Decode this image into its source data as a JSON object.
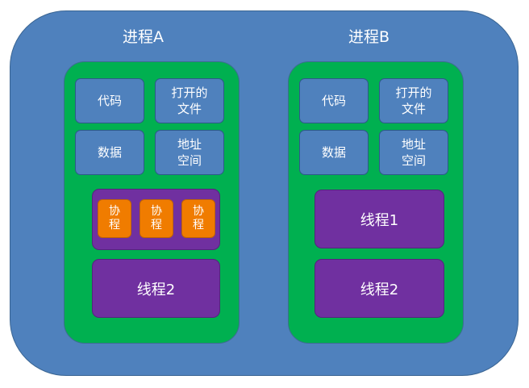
{
  "diagram": {
    "process_a": {
      "title": "进程A",
      "code": "代码",
      "open_files": "打开的\n文件",
      "data": "数据",
      "address_space": "地址\n空间",
      "coroutines": [
        "协\n程",
        "协\n程",
        "协\n程"
      ],
      "thread2": "线程2"
    },
    "process_b": {
      "title": "进程B",
      "code": "代码",
      "open_files": "打开的\n文件",
      "data": "数据",
      "address_space": "地址\n空间",
      "thread1": "线程1",
      "thread2": "线程2"
    }
  },
  "colors": {
    "outer": "#4f81bd",
    "process": "#00b050",
    "resource": "#4f81bd",
    "thread": "#7030a0",
    "coroutine": "#f07c00"
  }
}
